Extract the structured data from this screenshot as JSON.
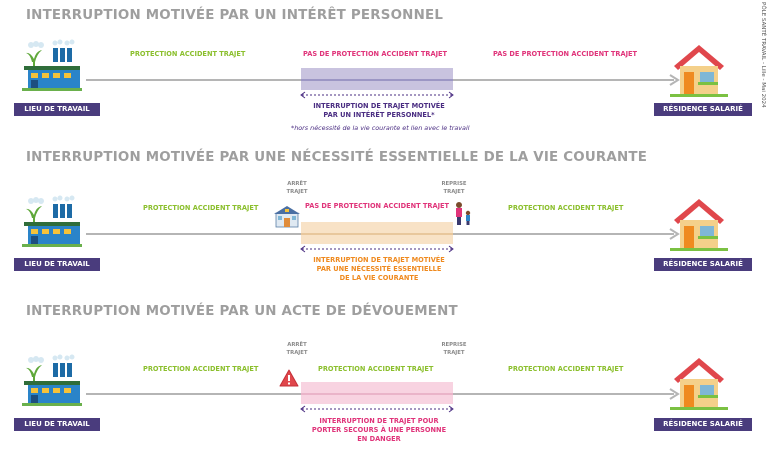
{
  "side_credit": "PÔLE SANTÉ TRAVAIL - Lille - Mai 2024",
  "start_label": "LIEU DE TRAVAIL",
  "end_label": "RÉSIDENCE SALARIÉ",
  "sections": [
    {
      "title": "INTERRUPTION MOTIVÉE PAR UN INTÉRÊT PERSONNEL",
      "left_segment": "PROTECTION ACCIDENT TRAJET",
      "middle_segment": "PAS DE PROTECTION ACCIDENT TRAJET",
      "right_segment": "PAS DE PROTECTION ACCIDENT TRAJET",
      "interruption_lines": [
        "INTERRUPTION DE TRAJET MOTIVÉE",
        "PAR UN INTÉRÊT PERSONNEL*"
      ],
      "note": "*hors nécessité de la vie courante et lien avec le travail"
    },
    {
      "title": "INTERRUPTION MOTIVÉE PAR UNE NÉCESSITÉ ESSENTIELLE DE LA VIE COURANTE",
      "stop_label": [
        "ARRÊT",
        "TRAJET"
      ],
      "resume_label": [
        "REPRISE",
        "TRAJET"
      ],
      "left_segment": "PROTECTION ACCIDENT TRAJET",
      "middle_segment": "PAS DE PROTECTION ACCIDENT TRAJET",
      "right_segment": "PROTECTION ACCIDENT TRAJET",
      "interruption_lines": [
        "INTERRUPTION DE TRAJET MOTIVÉE",
        "PAR UNE NÉCESSITÉ ESSENTIELLE",
        "DE LA VIE COURANTE"
      ]
    },
    {
      "title": "INTERRUPTION MOTIVÉE PAR UN ACTE DE DÉVOUEMENT",
      "stop_label": [
        "ARRÊT",
        "TRAJET"
      ],
      "resume_label": [
        "REPRISE",
        "TRAJET"
      ],
      "left_segment": "PROTECTION ACCIDENT TRAJET",
      "middle_segment": "PROTECTION ACCIDENT TRAJET",
      "right_segment": "PROTECTION ACCIDENT TRAJET",
      "interruption_lines": [
        "INTERRUPTION DE TRAJET POUR",
        "PORTER SECOURS À UNE PERSONNE",
        "EN DANGER"
      ]
    }
  ],
  "colors": {
    "green": "#8bbf2d",
    "pink": "#e0347a",
    "purple": "#4a2d82",
    "orange": "#ef8a1f",
    "label_box": "#4a3c7d"
  }
}
